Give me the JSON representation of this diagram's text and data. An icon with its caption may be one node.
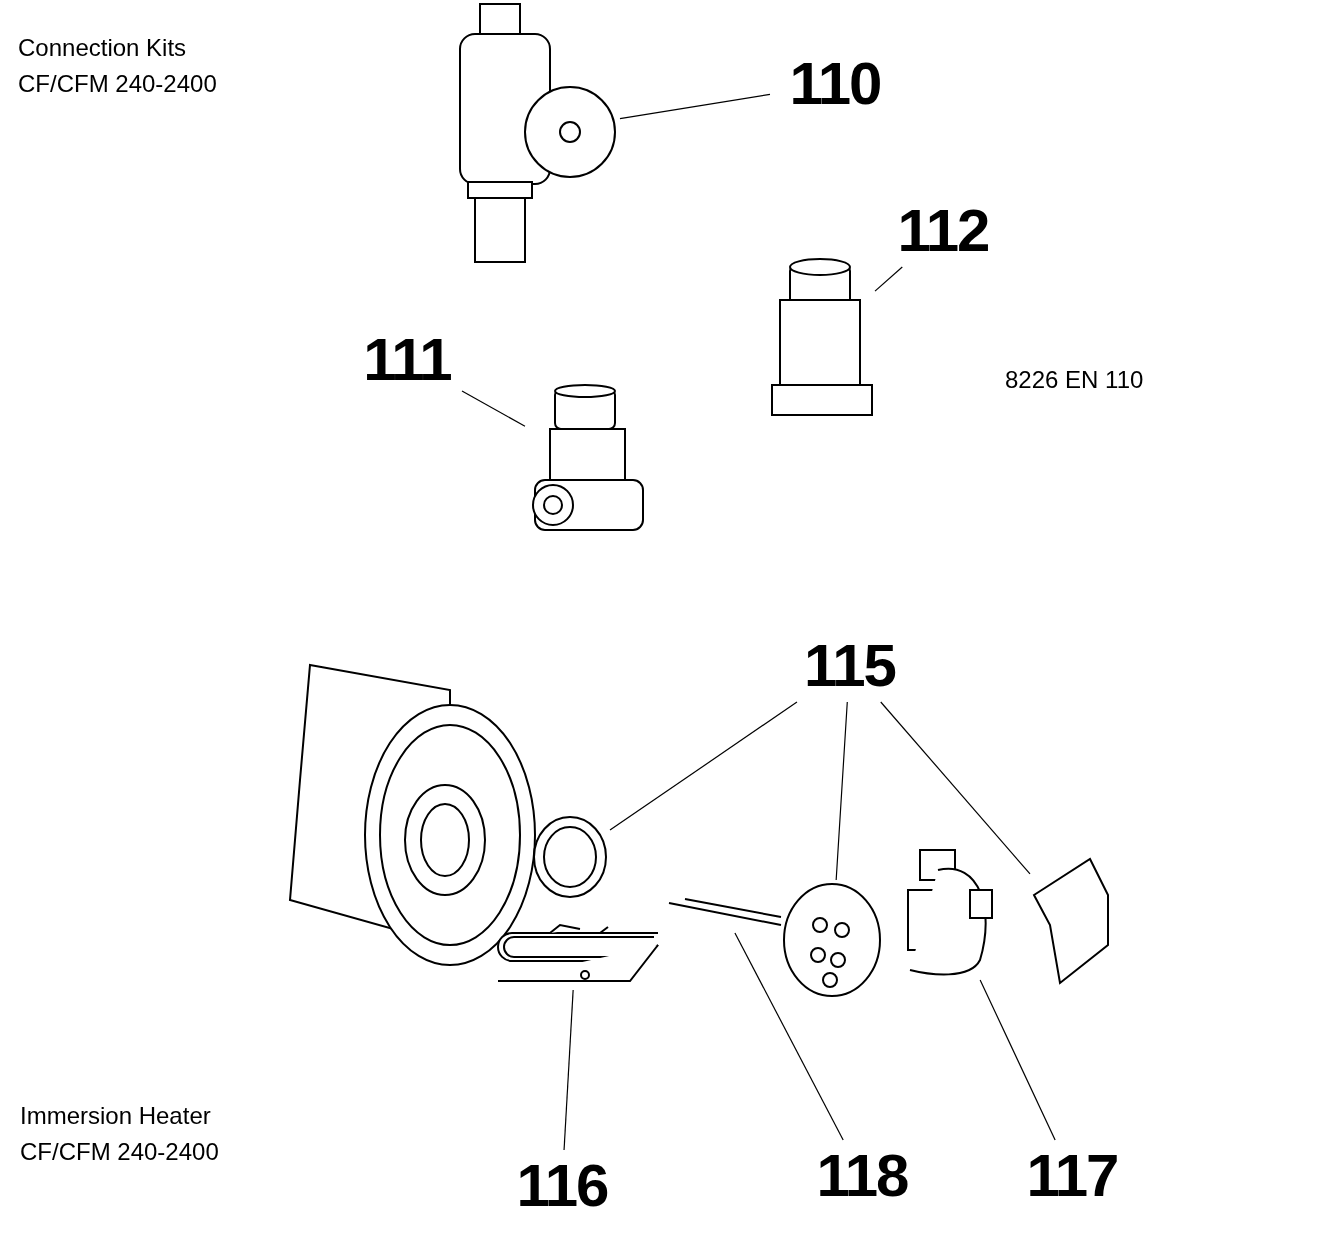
{
  "diagram": {
    "nodes": [
      {
        "text": [
          "110"
        ]
      },
      {
        "text": [],
        "shape": "picture"
      },
      {
        "text": [
          "112"
        ]
      },
      {
        "text": [],
        "shape": "picture"
      },
      {
        "text": [
          "111"
        ]
      },
      {
        "text": [],
        "shape": "picture"
      },
      {
        "text": [
          "115"
        ]
      },
      {
        "text": [],
        "shape": "picture"
      },
      {
        "text": [],
        "shape": "picture"
      },
      {
        "text": [],
        "shape": "picture"
      },
      {
        "text": [
          "116"
        ]
      },
      {
        "text": [],
        "shape": "picture"
      },
      {
        "text": [
          "118"
        ]
      },
      {
        "text": [],
        "shape": "picture"
      },
      {
        "text": [
          "117"
        ]
      },
      {
        "text": [],
        "shape": "picture"
      }
    ],
    "edges": [
      {
        "from": 0,
        "to": 1,
        "arrow": "none"
      },
      {
        "from": 2,
        "to": 3,
        "arrow": "none"
      },
      {
        "from": 4,
        "to": 5,
        "arrow": "none"
      },
      {
        "from": 6,
        "to": 7,
        "arrow": "none"
      },
      {
        "from": 6,
        "to": 8,
        "arrow": "none"
      },
      {
        "from": 6,
        "to": 9,
        "arrow": "none"
      },
      {
        "from": 10,
        "to": 11,
        "arrow": "none"
      },
      {
        "from": 12,
        "to": 13,
        "arrow": "none"
      },
      {
        "from": 14,
        "to": 15,
        "arrow": "none"
      }
    ],
    "labels": [
      "Connection Kits CF/CFM 240-2400",
      "8226 EN 110",
      "Immersion Heater CF/CFM 240-2400"
    ]
  }
}
